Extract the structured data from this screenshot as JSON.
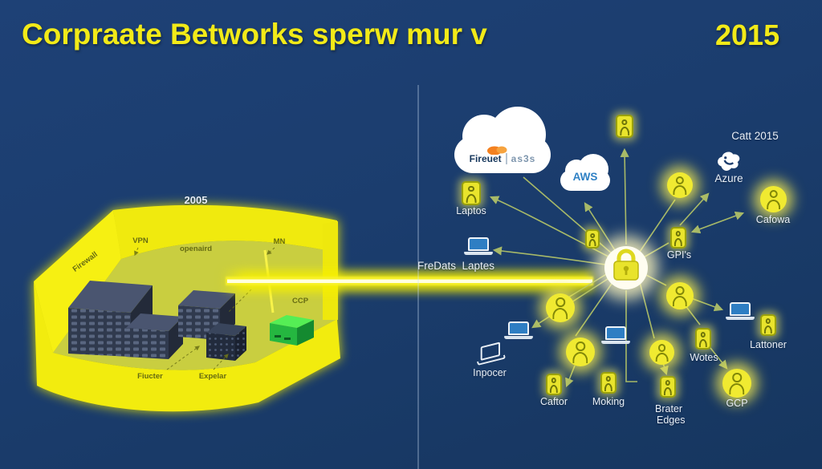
{
  "title": {
    "text": "Corpraate Betworks sperw mur v",
    "year": "2015"
  },
  "left": {
    "era": "2005",
    "vpn": "VPN",
    "openaird": "openaird",
    "mn": "MN",
    "firewall": "Firewall",
    "ccp": "CCP",
    "fiucter": "Fiucter",
    "expelar": "Expelar"
  },
  "right": {
    "corner": "Catt 2015",
    "cloudflare_name": "Fireuet",
    "cloudflare_suffix": "as3s",
    "aws": "AWS",
    "azure": "Azure",
    "laptos": "Laptos",
    "fredats": "FreDats  Laptes",
    "gpis": "GPI's",
    "cafowa": "Cafowa",
    "inpocer": "Inpocer",
    "caftor": "Caftor",
    "moking": "Moking",
    "brater1": "Brater",
    "brater2": "Edges",
    "wotes": "Wotes",
    "gcp": "GCP",
    "lattoner": "Lattoner"
  },
  "colors": {
    "background": "#1b3d6e",
    "accent_yellow": "#f2ec10",
    "beam_core": "#ffffe0",
    "spoke_green": "#b7c768",
    "aws_blue": "#2e80c4",
    "cloudflare_orange": "#f48120",
    "appliance_green": "#25b740"
  }
}
